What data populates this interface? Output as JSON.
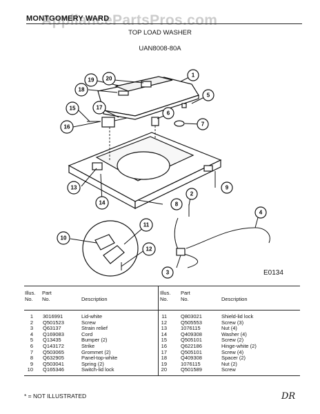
{
  "header": {
    "brand": "MONTGOMERY WARD",
    "watermark": "AppliancePartsPros.com",
    "product": "TOP LOAD WASHER",
    "model": "UAN8008-80A"
  },
  "figure_code": "E0134",
  "table": {
    "headers": {
      "illus": [
        "Illus.",
        "No."
      ],
      "part": [
        "Part",
        "No."
      ],
      "description": "Description"
    },
    "left": [
      {
        "no": "1",
        "part": "3016991",
        "desc": "Lid-white"
      },
      {
        "no": "2",
        "part": "Q501523",
        "desc": "Screw"
      },
      {
        "no": "3",
        "part": "Q63137",
        "desc": "Strain relief"
      },
      {
        "no": "4",
        "part": "Q169083",
        "desc": "Cord"
      },
      {
        "no": "5",
        "part": "Q13435",
        "desc": "Bumper (2)"
      },
      {
        "no": "6",
        "part": "Q143172",
        "desc": "Strike"
      },
      {
        "no": "7",
        "part": "Q503065",
        "desc": "Grommet (2)"
      },
      {
        "no": "8",
        "part": "Q632905",
        "desc": "Panel-top-white"
      },
      {
        "no": "9",
        "part": "Q503041",
        "desc": "Spring (2)"
      },
      {
        "no": "10",
        "part": "Q165346",
        "desc": "Switch-lid lock"
      }
    ],
    "right": [
      {
        "no": "11",
        "part": "Q803021",
        "desc": "Shield-lid lock"
      },
      {
        "no": "12",
        "part": "Q505553",
        "desc": "Screw (3)"
      },
      {
        "no": "13",
        "part": "1076115",
        "desc": "Nut (4)"
      },
      {
        "no": "14",
        "part": "Q409308",
        "desc": "Washer (4)"
      },
      {
        "no": "15",
        "part": "Q505101",
        "desc": "Screw (2)"
      },
      {
        "no": "16",
        "part": "Q622186",
        "desc": "Hinge-white (2)"
      },
      {
        "no": "17",
        "part": "Q505101",
        "desc": "Screw (4)"
      },
      {
        "no": "18",
        "part": "Q409308",
        "desc": "Spacer (2)"
      },
      {
        "no": "19",
        "part": "1076115",
        "desc": "Nut (2)"
      },
      {
        "no": "20",
        "part": "Q501589",
        "desc": "Screw"
      }
    ]
  },
  "callouts": [
    "1",
    "2",
    "3",
    "4",
    "5",
    "6",
    "7",
    "8",
    "9",
    "10",
    "11",
    "12",
    "13",
    "14",
    "15",
    "16",
    "17",
    "18",
    "19",
    "20"
  ],
  "footnote": "* = NOT ILLUSTRATED",
  "initials": "DR"
}
